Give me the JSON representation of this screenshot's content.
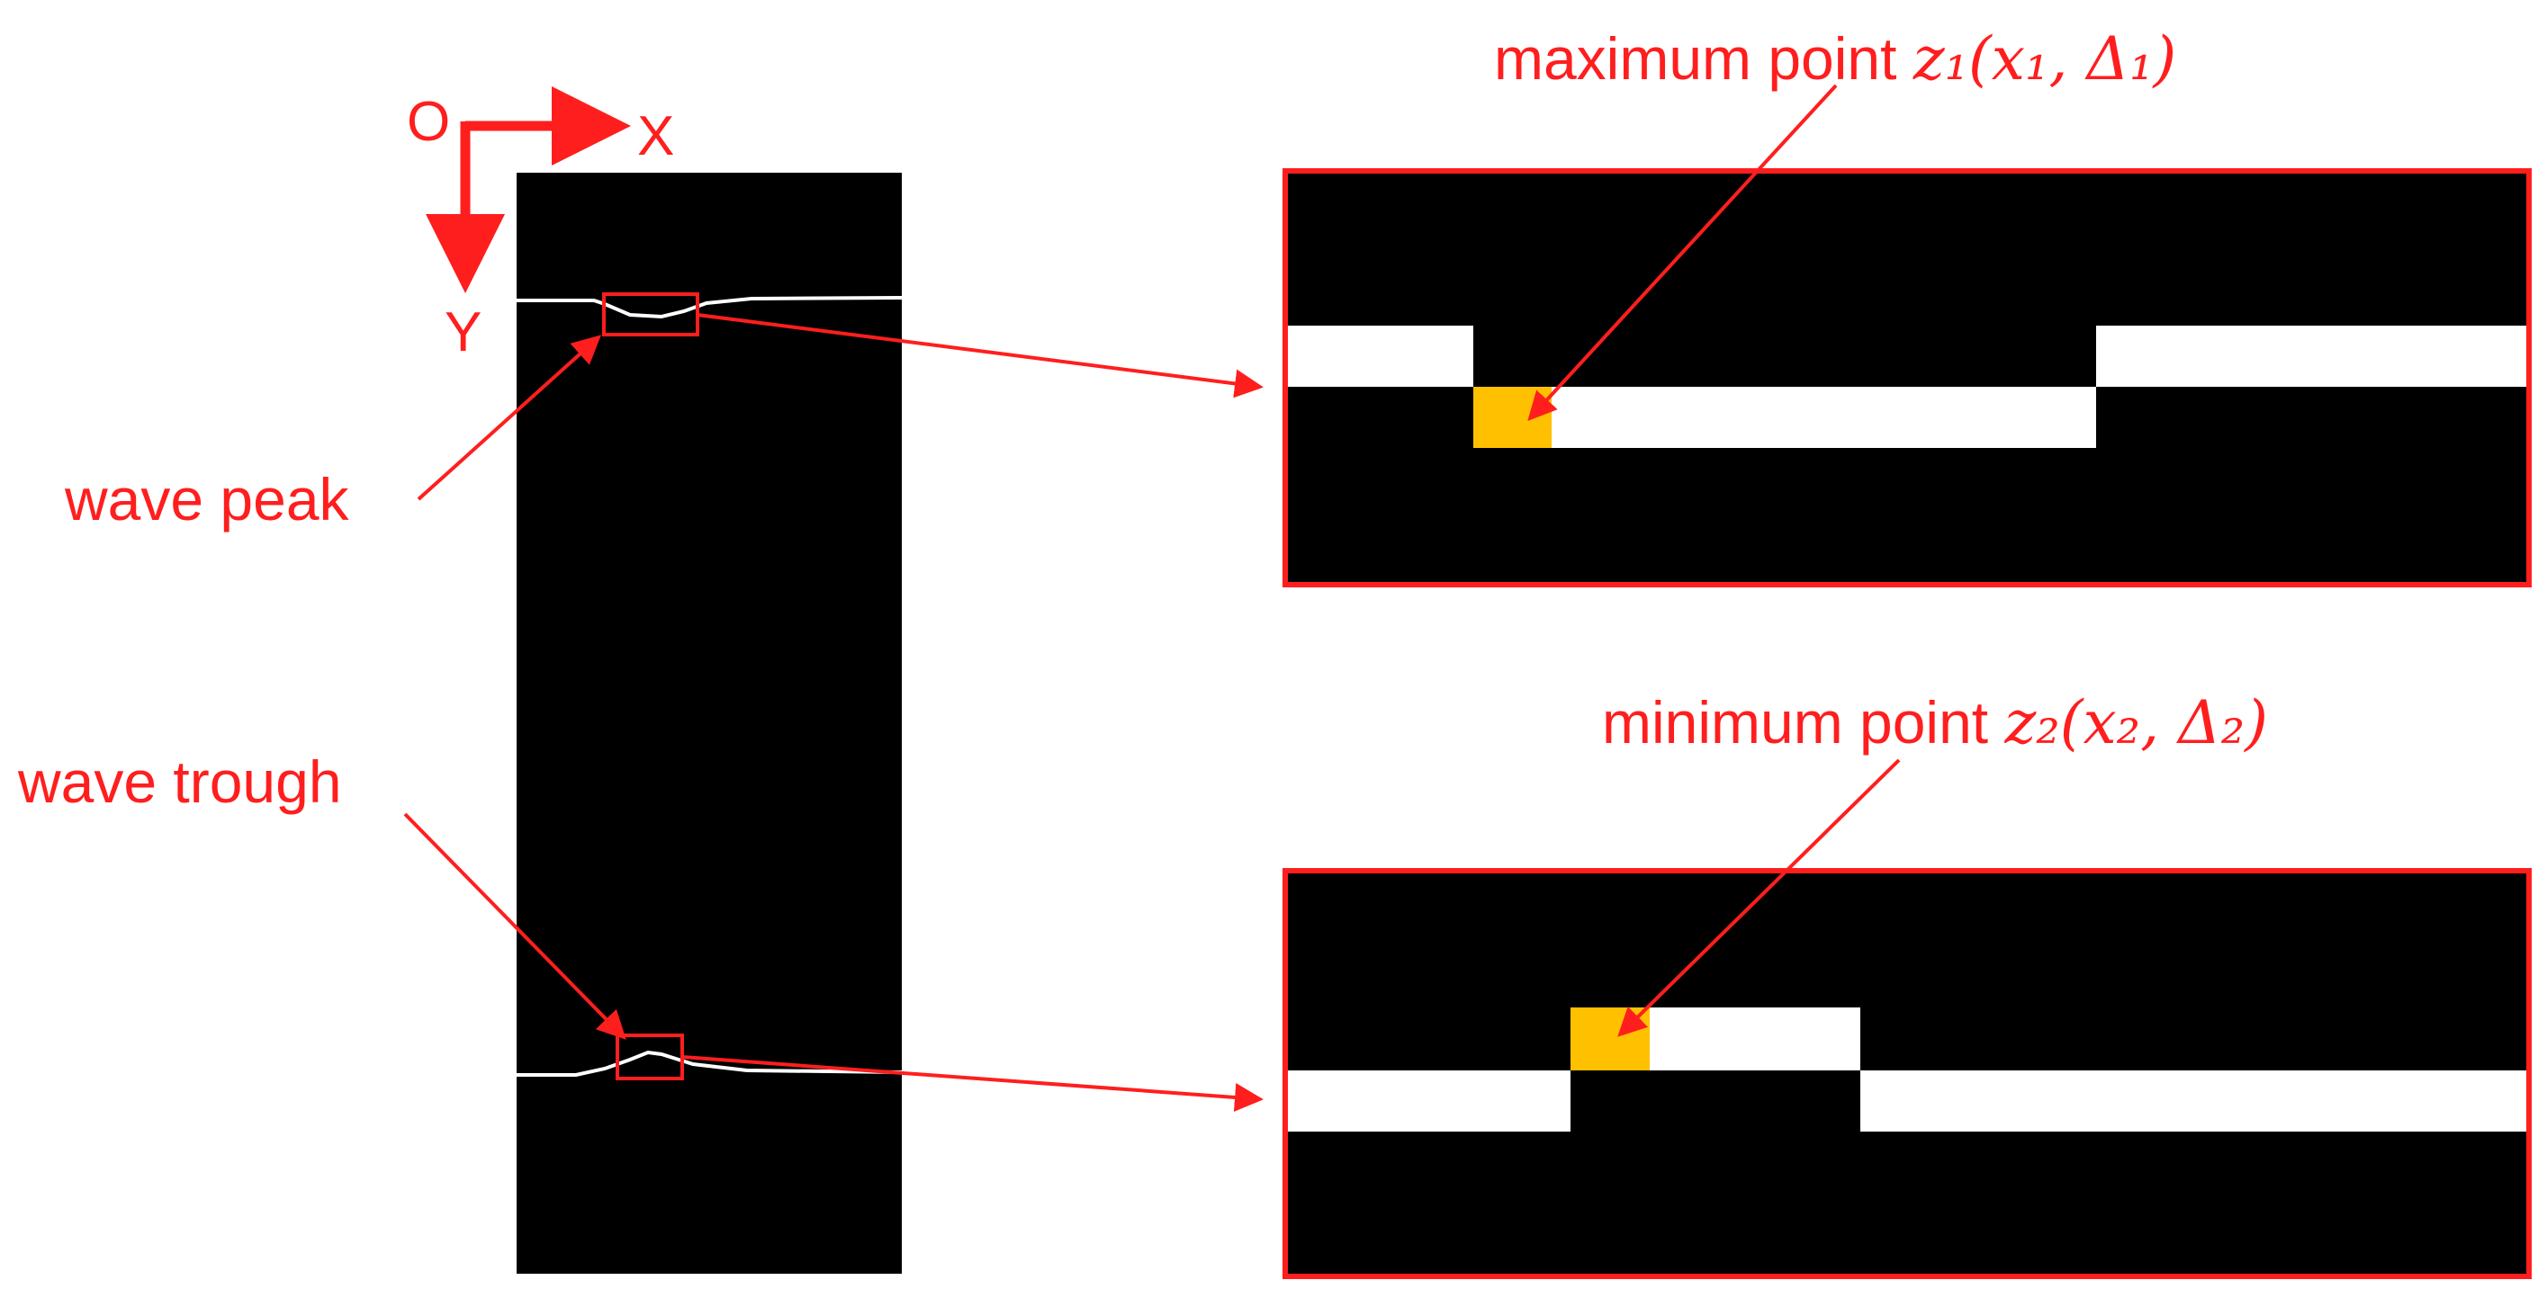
{
  "labels": {
    "origin": "O",
    "x_axis": "X",
    "y_axis": "Y",
    "wave_peak": "wave peak",
    "wave_trough": "wave trough",
    "maximum_prefix": "maximum point ",
    "maximum_math": "z₁(x₁, Δ₁)",
    "minimum_prefix": "minimum point ",
    "minimum_math": "z₂(x₂, Δ₂)"
  },
  "colors": {
    "annotation": "#ff1e1e",
    "image_background": "#000000",
    "wave_line": "#ffffff",
    "highlight_pixel": "#ffc000",
    "page_background": "#ffffff"
  }
}
